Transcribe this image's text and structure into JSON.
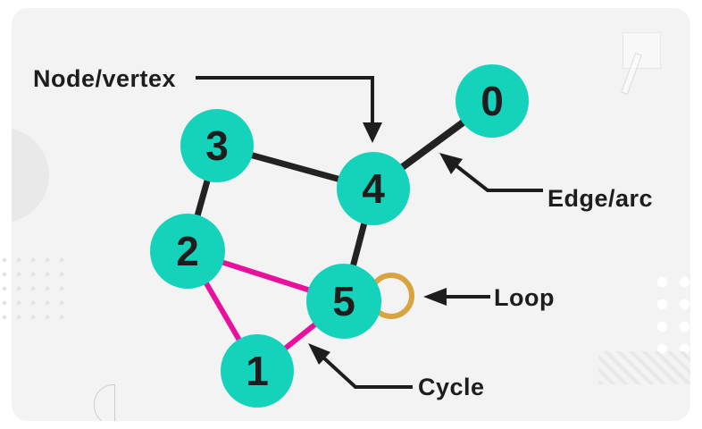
{
  "colors": {
    "page_bg": "#ffffff",
    "card_bg": "#f3f3f4",
    "node_fill": "#15d3ba",
    "ink": "#1d1d1d",
    "edge": "#222222",
    "cycle_edge": "#e7119e",
    "loop_stroke": "#d7a440"
  },
  "graph": {
    "nodes": [
      {
        "label": "0"
      },
      {
        "label": "1"
      },
      {
        "label": "2"
      },
      {
        "label": "3"
      },
      {
        "label": "4"
      },
      {
        "label": "5"
      }
    ],
    "edges": [
      "3-4",
      "4-0",
      "3-2",
      "4-5"
    ],
    "cycle_edges": [
      "2-5",
      "2-1",
      "1-5"
    ],
    "loop_at": "5"
  },
  "annotations": {
    "node_vertex": "Node/vertex",
    "edge_arc": "Edge/arc",
    "loop": "Loop",
    "cycle": "Cycle"
  }
}
